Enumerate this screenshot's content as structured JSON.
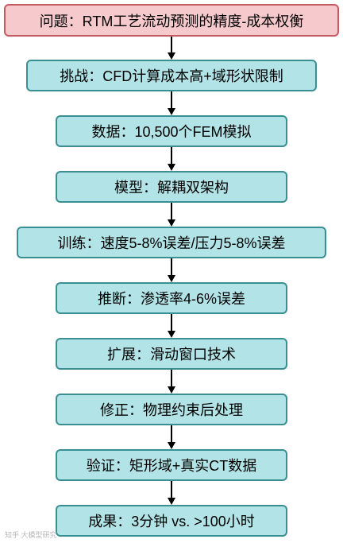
{
  "steps": [
    {
      "label": "问题：RTM工艺流动预测的精度-成本权衡",
      "kind": "problem"
    },
    {
      "label": "挑战：CFD计算成本高+域形状限制",
      "kind": "step"
    },
    {
      "label": "数据：10,500个FEM模拟",
      "kind": "step"
    },
    {
      "label": "模型：解耦双架构",
      "kind": "step"
    },
    {
      "label": "训练：速度5-8%误差/压力5-8%误差",
      "kind": "step"
    },
    {
      "label": "推断：渗透率4-6%误差",
      "kind": "step"
    },
    {
      "label": "扩展：滑动窗口技术",
      "kind": "step"
    },
    {
      "label": "修正：物理约束后处理",
      "kind": "step"
    },
    {
      "label": "验证：矩形域+真实CT数据",
      "kind": "step"
    },
    {
      "label": "成果：3分钟 vs. >100小时",
      "kind": "step"
    }
  ],
  "watermark": "知乎 大模型研究"
}
